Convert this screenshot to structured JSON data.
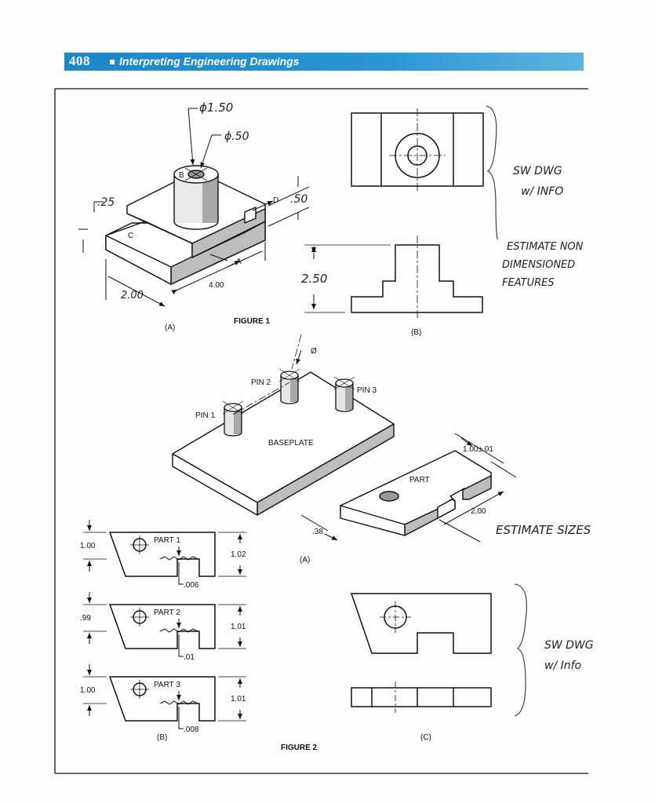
{
  "header": {
    "page_number": "408",
    "title": "Interpreting Engineering Drawings"
  },
  "figure1": {
    "caption": "FIGURE 1",
    "view_a_label": "(A)",
    "view_b_label": "(B)",
    "dims": {
      "outer_dia": "ϕ1.50",
      "inner_dia": "ϕ.50",
      "step_height": ".25",
      "lip_height": ".50",
      "length": "4.00",
      "width": "2.00",
      "height": "2.50"
    },
    "feature_labels": {
      "a": "A",
      "b": "B",
      "c": "C",
      "d": "D"
    },
    "handwritten": {
      "note1_line1": "SW DWG",
      "note1_line2": "w/ INFO",
      "note2_line1": "ESTIMATE NON",
      "note2_line2": "DIMENSIONED",
      "note2_line3": "FEATURES"
    }
  },
  "figure2": {
    "caption": "FIGURE 2",
    "view_a_label": "(A)",
    "view_b_label": "(B)",
    "view_c_label": "(C)",
    "baseplate": {
      "diameter_symbol": "Ø",
      "pin1": "PIN 1",
      "pin2": "PIN 2",
      "pin3": "PIN 3",
      "baseplate_label": "BASEPLATE"
    },
    "part": {
      "label": "PART",
      "dim_height": "1.00±.01",
      "dim_length": "2.00",
      "dim_offset": ".38"
    },
    "parts": [
      {
        "name": "PART 1",
        "left_dim": "1.00",
        "right_dim": "1.02",
        "gap": ".006"
      },
      {
        "name": "PART 2",
        "left_dim": ".99",
        "right_dim": "1.01",
        "gap": ".01"
      },
      {
        "name": "PART 3",
        "left_dim": "1.00",
        "right_dim": "1.01",
        "gap": ".008"
      }
    ],
    "handwritten": {
      "estimate": "ESTIMATE SIZES",
      "note_line1": "SW DWG",
      "note_line2": "w/ Info"
    }
  }
}
